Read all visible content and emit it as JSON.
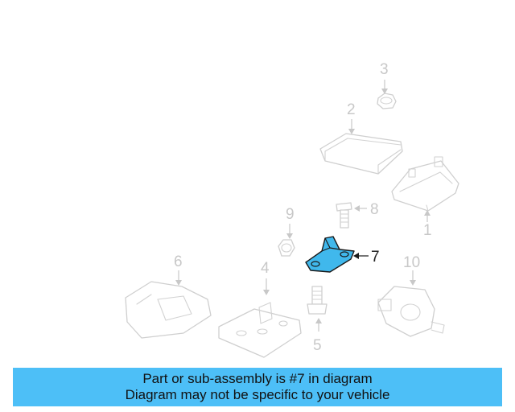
{
  "diagram": {
    "callouts": {
      "c1": "1",
      "c2": "2",
      "c3": "3",
      "c4": "4",
      "c5": "5",
      "c6": "6",
      "c7": "7",
      "c8": "8",
      "c9": "9",
      "c10": "10"
    },
    "highlight_color": "#40b8ec",
    "icons": [
      "arrow-icon"
    ]
  },
  "banner": {
    "line1": "Part or sub-assembly is #7 in diagram",
    "line2": "Diagram may not be specific to your vehicle",
    "background": "#4dbff7"
  }
}
